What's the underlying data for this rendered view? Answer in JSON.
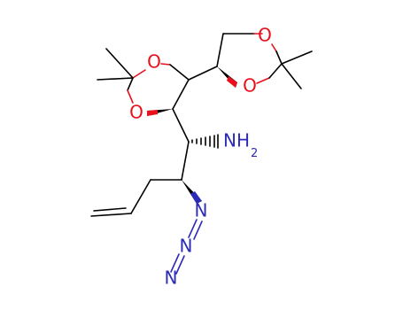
{
  "molecule": {
    "atoms": {
      "o1": "O",
      "o2": "O",
      "o3": "O",
      "o4": "O",
      "amine_main": "NH",
      "amine_sub": "2",
      "azide_n1": "N",
      "azide_n2": "N",
      "azide_n3": "N"
    },
    "colors": {
      "oxygen": "#e8101c",
      "nitrogen": "#2b2bb5",
      "carbon": "#000000"
    }
  }
}
